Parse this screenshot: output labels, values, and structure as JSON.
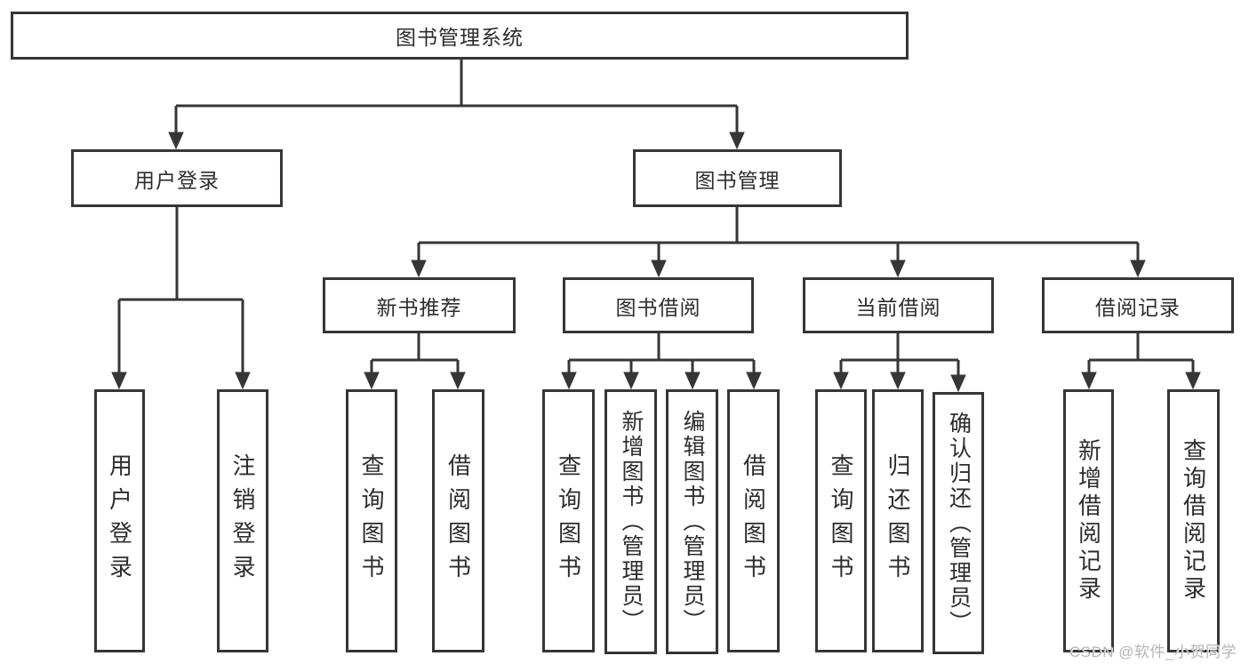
{
  "style": {
    "background": "#ffffff",
    "line_color": "#363636",
    "text_color": "#2d2d2d",
    "watermark_color": "#b4b4b4"
  },
  "watermark": "CSDN @软件_小贺同学",
  "tree": {
    "root": "图书管理系统",
    "branches": [
      {
        "label": "用户登录",
        "leaves": [
          "用户登录",
          "注销登录"
        ]
      },
      {
        "label": "图书管理",
        "groups": [
          {
            "label": "新书推荐",
            "leaves": [
              "查询图书",
              "借阅图书"
            ]
          },
          {
            "label": "图书借阅",
            "leaves": [
              "查询图书",
              "新增图书（管理员）",
              "编辑图书（管理员）",
              "借阅图书"
            ]
          },
          {
            "label": "当前借阅",
            "leaves": [
              "查询图书",
              "归还图书",
              "确认归还（管理员）"
            ]
          },
          {
            "label": "借阅记录",
            "leaves": [
              "新增借阅记录",
              "查询借阅记录"
            ]
          }
        ]
      }
    ]
  }
}
